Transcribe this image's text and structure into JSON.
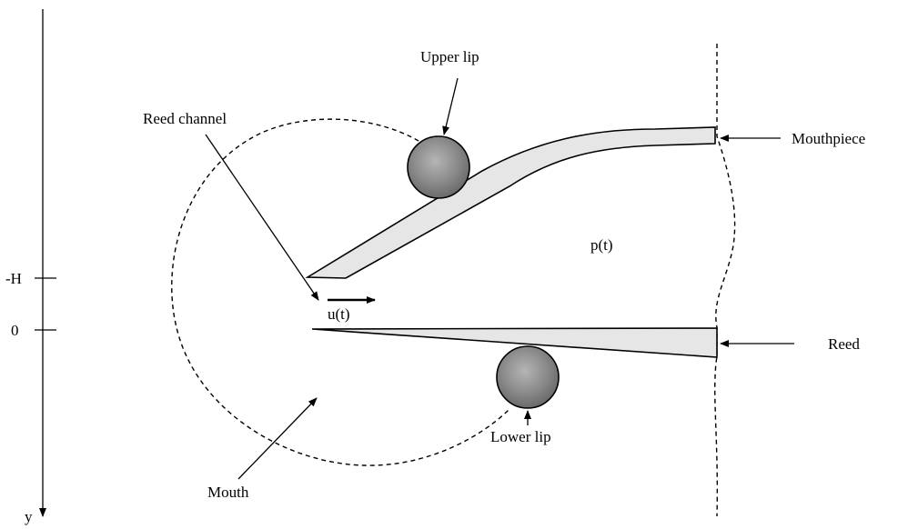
{
  "axis": {
    "y_label": "y",
    "tick_neg_h": "-H",
    "tick_zero": "0"
  },
  "labels": {
    "upper_lip": "Upper lip",
    "lower_lip": "Lower lip",
    "reed_channel": "Reed channel",
    "mouthpiece": "Mouthpiece",
    "reed": "Reed",
    "mouth": "Mouth",
    "pressure": "p(t)",
    "velocity": "u(t)"
  },
  "colors": {
    "lip_fill": "#888888",
    "body_fill": "#e6e6e6"
  }
}
